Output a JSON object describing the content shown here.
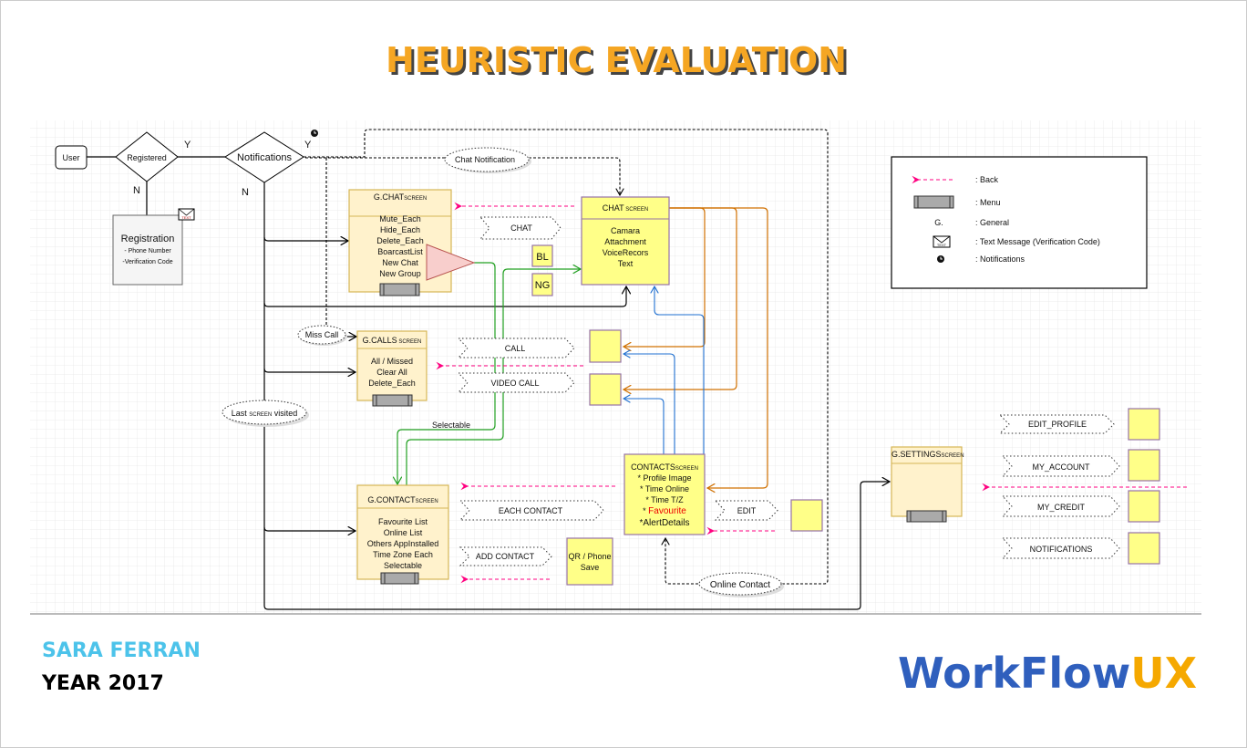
{
  "title": "HEURISTIC EVALUATION",
  "footer": {
    "author": "SARA FERRAN",
    "year": "YEAR 2017",
    "logo_a": "WorkFlow",
    "logo_b": "UX"
  },
  "colors": {
    "title": "#f5a623",
    "author": "#4cc3ea",
    "logo_a": "#2f5fbd",
    "logo_b": "#f5a800",
    "back": "#ff0080"
  },
  "flow": {
    "user": "User",
    "registered": "Registered",
    "notifications": "Notifications",
    "yes": "Y",
    "no": "N",
    "registration": {
      "title": "Registration",
      "items": [
        "- Phone Number",
        "-Verification Code"
      ],
      "badge": "TEXT"
    },
    "chat_notification": "Chat Notification",
    "miss_call": "Miss Call",
    "last_visited": {
      "a": "Last ",
      "b": "SCREEN",
      "c": " visited"
    },
    "online_contact": "Online Contact",
    "selectable": "Selectable"
  },
  "screens": {
    "gchat": {
      "title": "G.CHAT",
      "suffix": "SCREEN",
      "items": [
        "Mute_Each",
        "Hide_Each",
        "Delete_Each",
        "BoarcastList",
        "New Chat",
        "New Group"
      ]
    },
    "chat": {
      "title": "CHAT",
      "suffix": " SCREEN",
      "items": [
        "Camara",
        "Attachment",
        "VoiceRecors",
        "Text"
      ]
    },
    "gcalls": {
      "title": "G.CALLS",
      "suffix": " SCREEN",
      "items": [
        "All / Missed",
        "Clear All",
        "Delete_Each"
      ]
    },
    "gcontact": {
      "title": "G.CONTACT",
      "suffix": "SCREEN",
      "items": [
        "Favourite List",
        "Online List",
        "Others AppInstalled",
        "Time Zone Each",
        "Selectable"
      ]
    },
    "contacts": {
      "title": "CONTACTS",
      "suffix": "SCREEN",
      "items": [
        "* Profile Image",
        "*  Time Online",
        "* Time T/Z",
        "* ",
        "Favourite",
        "*AlertDetails"
      ]
    },
    "gsettings": {
      "title": "G.SETTINGS",
      "suffix": "SCREEN"
    }
  },
  "actions": {
    "chat": "CHAT",
    "bl": "BL",
    "ng": "NG",
    "call": "CALL",
    "video_call": "VIDEO CALL",
    "each_contact": "EACH CONTACT",
    "add_contact": "ADD  CONTACT",
    "qr": "QR / Phone",
    "save": "Save",
    "edit": "EDIT",
    "edit_profile": "EDIT_PROFILE",
    "my_account": "MY_ACCOUNT",
    "my_credit": "MY_CREDIT",
    "settings_notifications": "NOTIFICATIONS"
  },
  "legend": [
    {
      "icon": "back-arrow",
      "label": ": Back"
    },
    {
      "icon": "menu-bar",
      "label": ": Menu"
    },
    {
      "icon": "general",
      "symbol": "G.",
      "label": ": General"
    },
    {
      "icon": "envelope",
      "symbol": "TEXT",
      "label": ": Text Message  (Verification Code)"
    },
    {
      "icon": "clock",
      "label": ": Notifications"
    }
  ]
}
